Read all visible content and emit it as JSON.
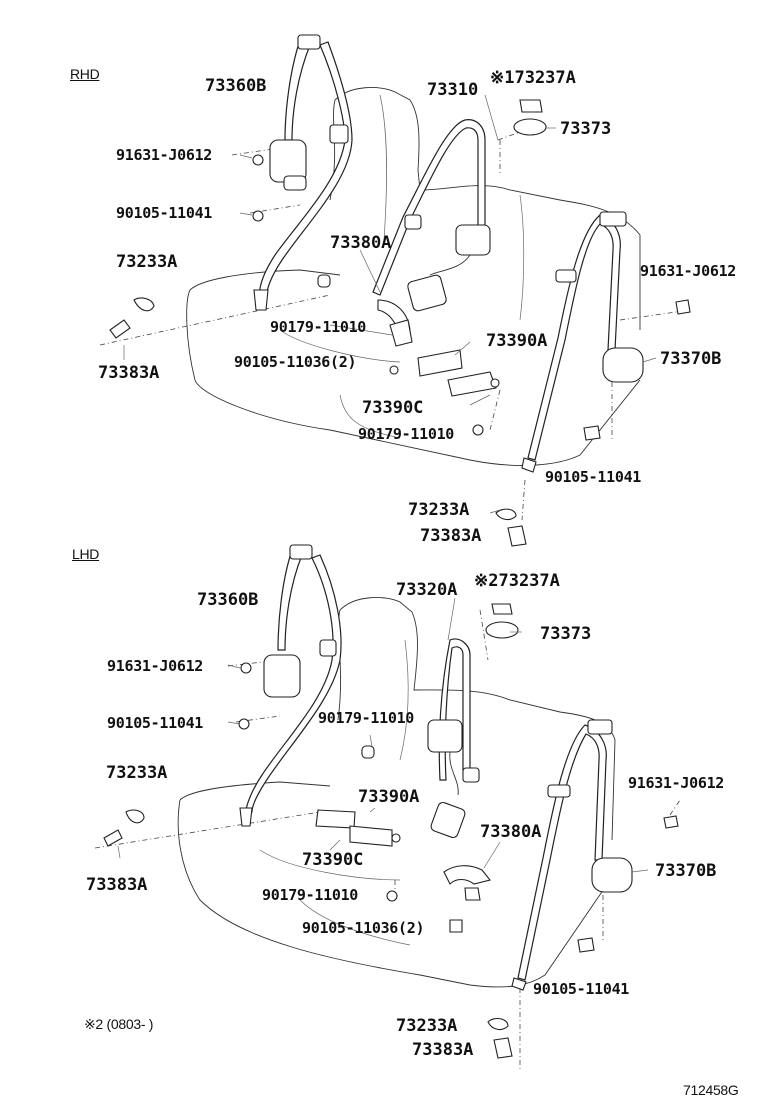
{
  "diagram": {
    "figure_code": "712458G",
    "note": "※2 (0803-    )",
    "rhd": {
      "section_label": "RHD",
      "parts": {
        "p73360B": "73360B",
        "p91631_1": "91631-J0612",
        "p90105_1": "90105-11041",
        "p73233A_1": "73233A",
        "p73383A_1": "73383A",
        "p73310": "73310",
        "p73237A": "※173237A",
        "p73373": "73373",
        "p73380A": "73380A",
        "p90179_1": "90179-11010",
        "p90105_2": "90105-11036(2)",
        "p73390A": "73390A",
        "p73390C": "73390C",
        "p90179_2": "90179-11010",
        "p91631_2": "91631-J0612",
        "p73370B": "73370B",
        "p90105_3": "90105-11041",
        "p73233A_2": "73233A",
        "p73383A_2": "73383A"
      }
    },
    "lhd": {
      "section_label": "LHD",
      "parts": {
        "p73360B": "73360B",
        "p91631_1": "91631-J0612",
        "p90105_1": "90105-11041",
        "p73233A_1": "73233A",
        "p73383A_1": "73383A",
        "p73320A": "73320A",
        "p73237A": "※273237A",
        "p73373": "73373",
        "p90179_1": "90179-11010",
        "p73390A": "73390A",
        "p73390C": "73390C",
        "p90179_2": "90179-11010",
        "p90105_2": "90105-11036(2)",
        "p73380A": "73380A",
        "p91631_2": "91631-J0612",
        "p73370B": "73370B",
        "p90105_3": "90105-11041",
        "p73233A_2": "73233A",
        "p73383A_2": "73383A"
      }
    }
  }
}
